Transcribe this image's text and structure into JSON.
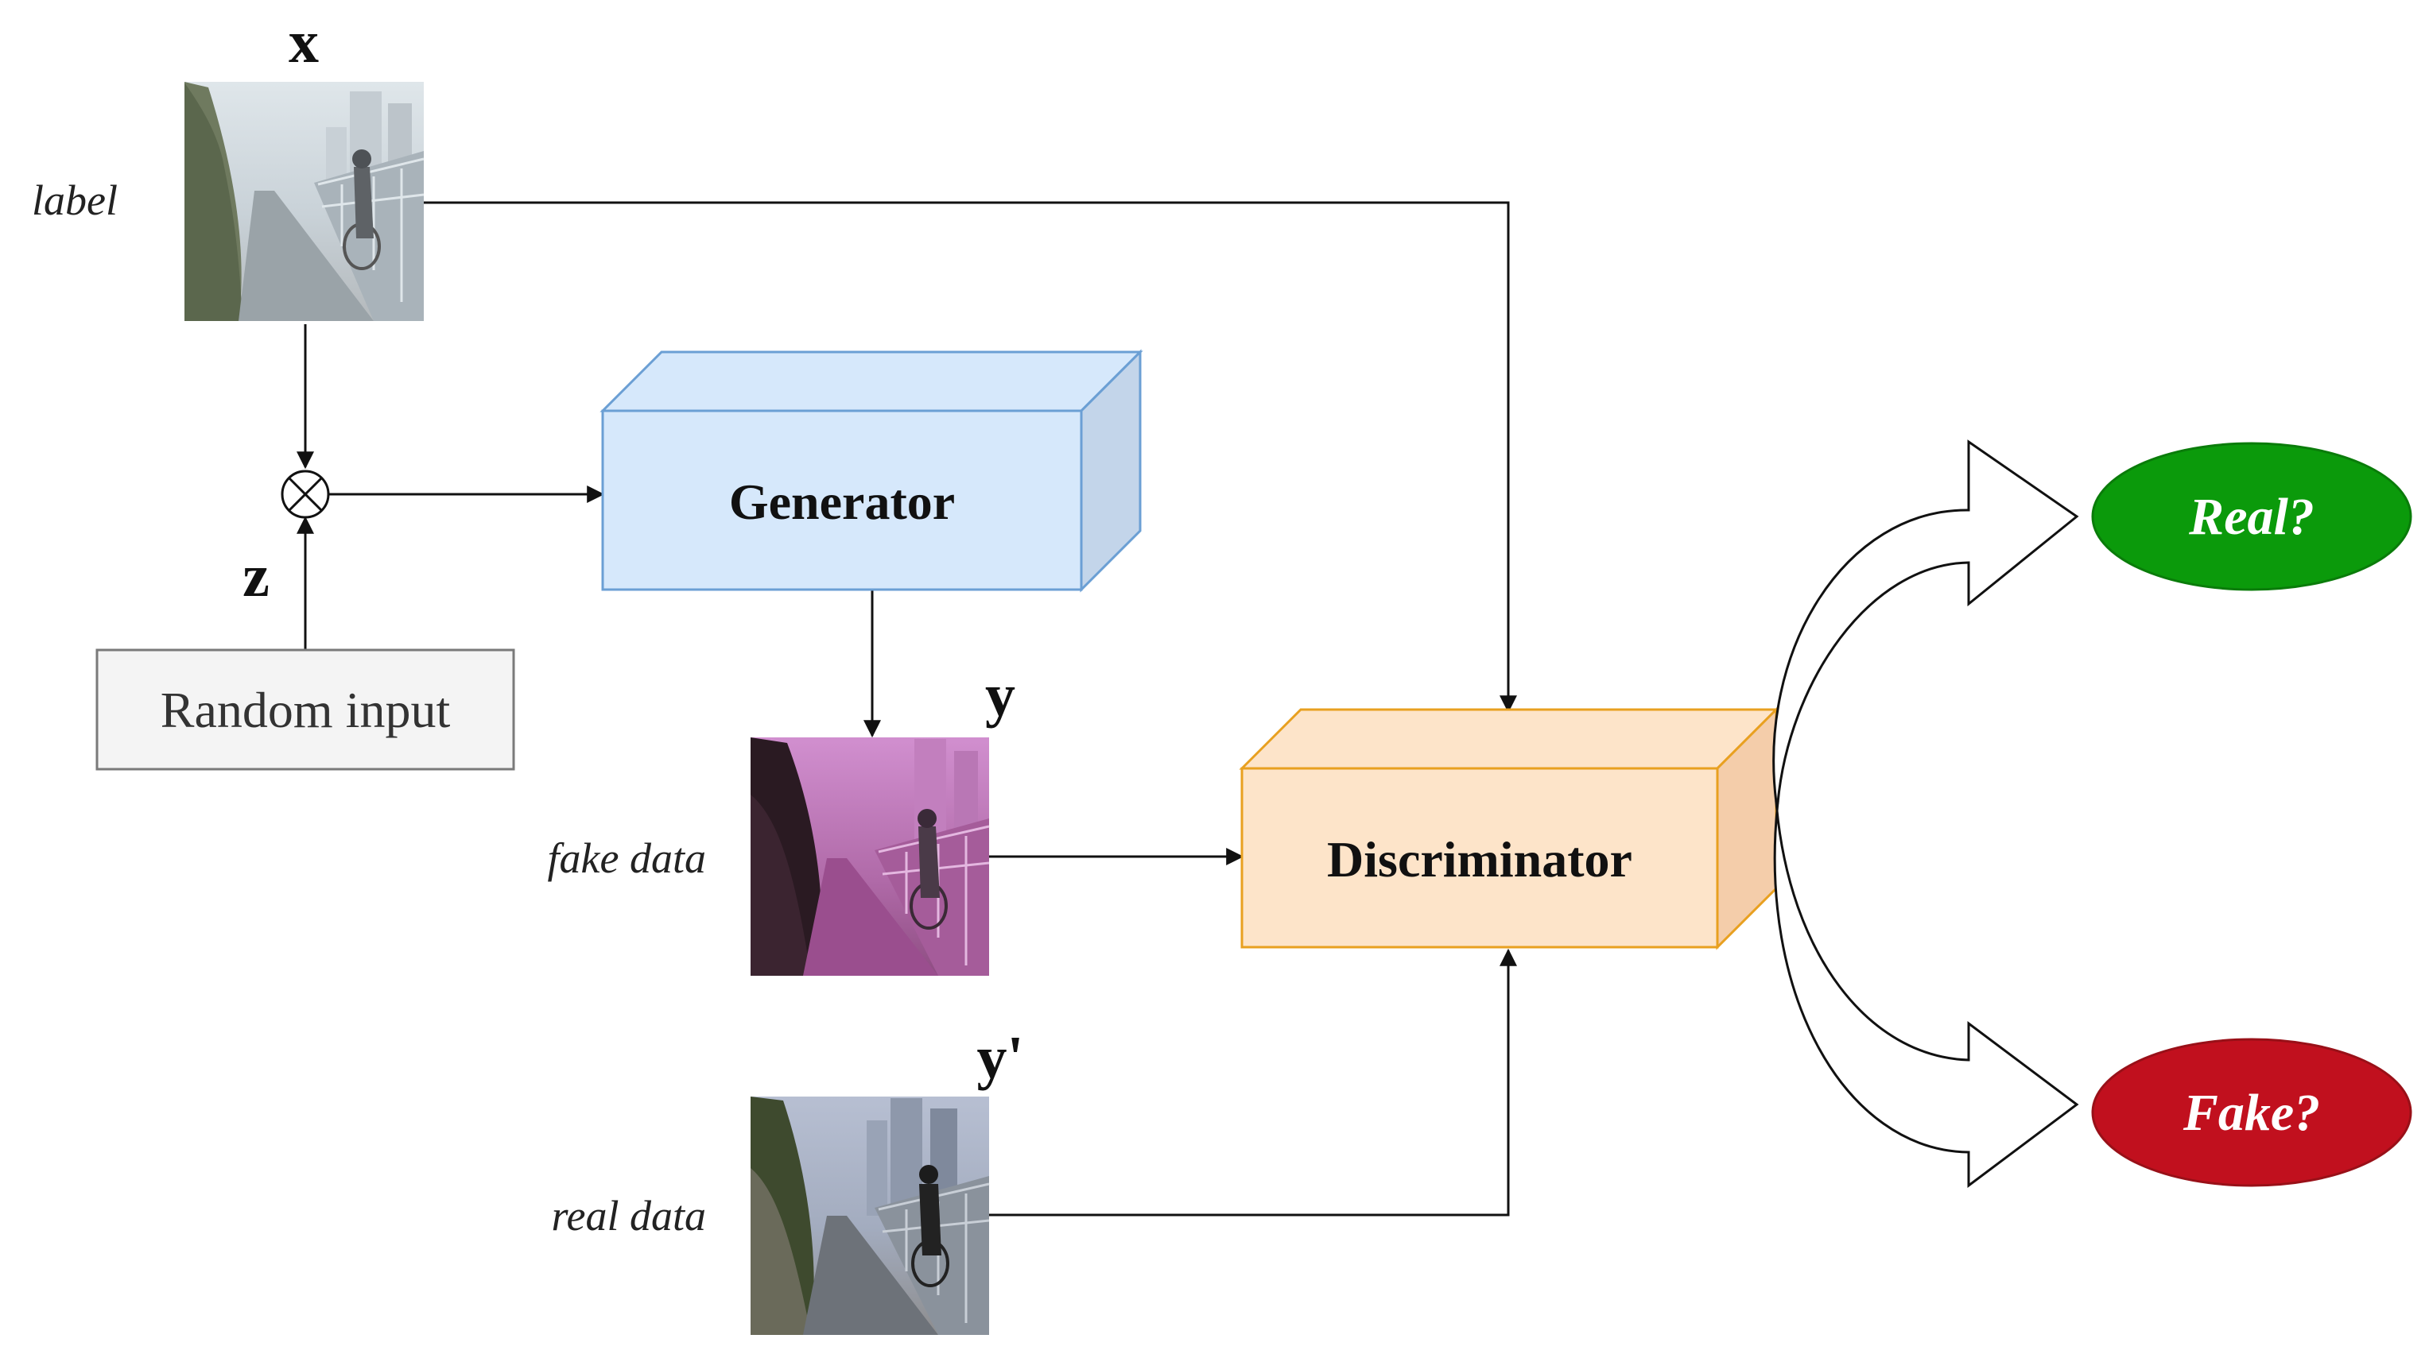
{
  "variables": {
    "x": "x",
    "z": "z",
    "y": "y",
    "y_prime": "y'"
  },
  "labels": {
    "label": "label",
    "fake_data": "fake data",
    "real_data": "real data"
  },
  "boxes": {
    "random_input": "Random input",
    "generator": "Generator",
    "discriminator": "Discriminator"
  },
  "outputs": {
    "real": "Real?",
    "fake": "Fake?"
  },
  "colors": {
    "generator_front": "#d6e8fb",
    "generator_side": "#c3d5ea",
    "generator_stroke": "#6b9fd4",
    "discriminator_front": "#fde4c9",
    "discriminator_side": "#f4cdaa",
    "discriminator_stroke": "#e8a020",
    "random_fill": "#f4f4f4",
    "random_stroke": "#7a7a7a",
    "real_fill": "#0b9a0b",
    "fake_fill": "#c1101e",
    "line": "#111111"
  },
  "icons": {
    "combine": "circled-times-icon"
  }
}
